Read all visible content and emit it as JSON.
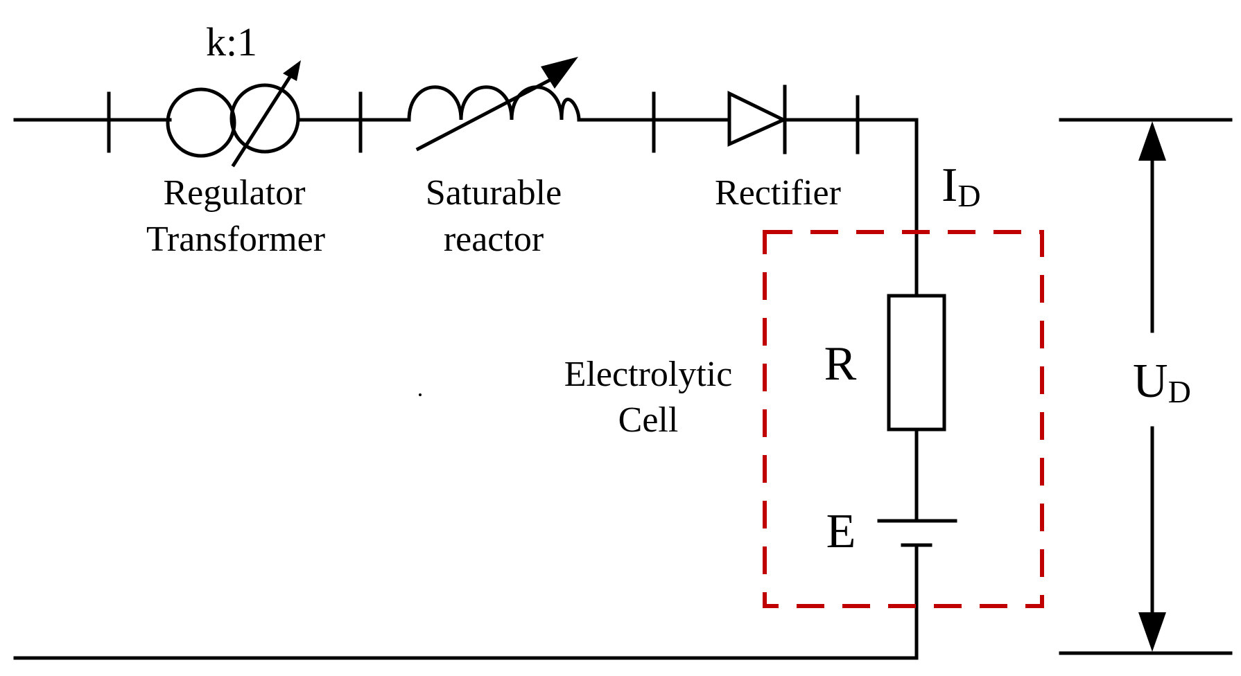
{
  "labels": {
    "ratio": "k:1",
    "transformer_line1": "Regulator",
    "transformer_line2": "Transformer",
    "reactor_line1": "Saturable",
    "reactor_line2": "reactor",
    "rectifier": "Rectifier",
    "current_main": "I",
    "current_sub": "D",
    "cell_line1": "Electrolytic",
    "cell_line2": "Cell",
    "resistor": "R",
    "emf": "E",
    "voltage_main": "U",
    "voltage_sub": "D"
  },
  "colors": {
    "wire": "#000000",
    "cell_boundary": "#c00000"
  }
}
